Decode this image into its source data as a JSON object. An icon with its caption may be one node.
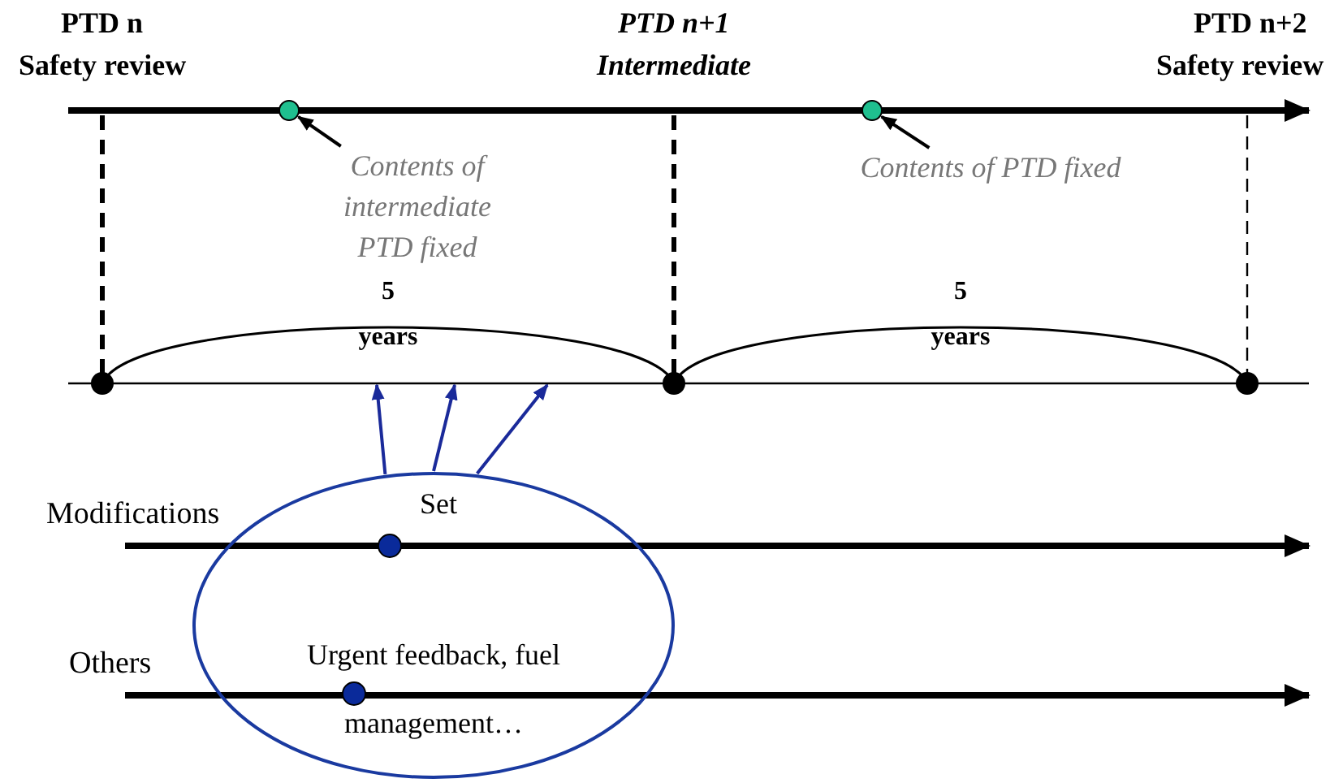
{
  "diagram": {
    "nodes": [
      {
        "text": [
          "Contents of intermediate PTD fixed"
        ]
      },
      {
        "text": [],
        "shape": "circle"
      },
      {
        "text": [
          "Contents of PTD fixed"
        ]
      },
      {
        "text": [],
        "shape": "circle"
      },
      {
        "text": [
          "Set",
          "Urgent feedback, fuel management…"
        ]
      },
      {
        "text": [
          "5",
          "years"
        ]
      },
      {
        "text": [
          "5",
          "years"
        ]
      }
    ],
    "edges": [
      {
        "from": 0,
        "to": 1,
        "arrow": "to",
        "color": "#000000"
      },
      {
        "from": 2,
        "to": 3,
        "arrow": "to",
        "color": "#000000"
      },
      {
        "from": 4,
        "to": 5,
        "arrow": "to",
        "color": "#1a2a9a"
      },
      {
        "from": 4,
        "to": 5,
        "arrow": "to",
        "color": "#1a2a9a"
      },
      {
        "from": 4,
        "to": 5,
        "arrow": "to",
        "color": "#1a2a9a"
      }
    ],
    "labels": [
      "PTD n",
      "Safety review",
      "PTD n+1",
      "Intermediate",
      "PTD n+2",
      "Safety review",
      "Modifications",
      "Others"
    ]
  }
}
